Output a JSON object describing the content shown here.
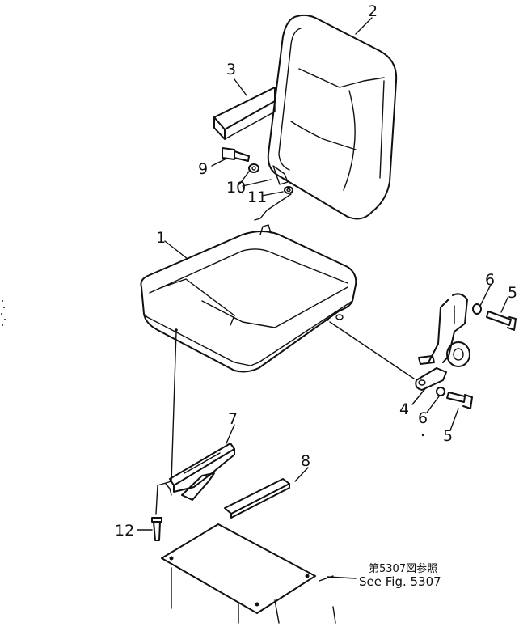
{
  "callouts": [
    {
      "id": "c1",
      "text": "1"
    },
    {
      "id": "c2",
      "text": "2"
    },
    {
      "id": "c3",
      "text": "3"
    },
    {
      "id": "c4",
      "text": "4"
    },
    {
      "id": "c5a",
      "text": "5"
    },
    {
      "id": "c5b",
      "text": "5"
    },
    {
      "id": "c6a",
      "text": "6"
    },
    {
      "id": "c6b",
      "text": "6"
    },
    {
      "id": "c7",
      "text": "7"
    },
    {
      "id": "c8",
      "text": "8"
    },
    {
      "id": "c9",
      "text": "9"
    },
    {
      "id": "c10",
      "text": "10"
    },
    {
      "id": "c11",
      "text": "11"
    },
    {
      "id": "c12",
      "text": "12"
    }
  ],
  "reference_note": {
    "jp": "第5307図参照",
    "en": "See Fig. 5307"
  }
}
